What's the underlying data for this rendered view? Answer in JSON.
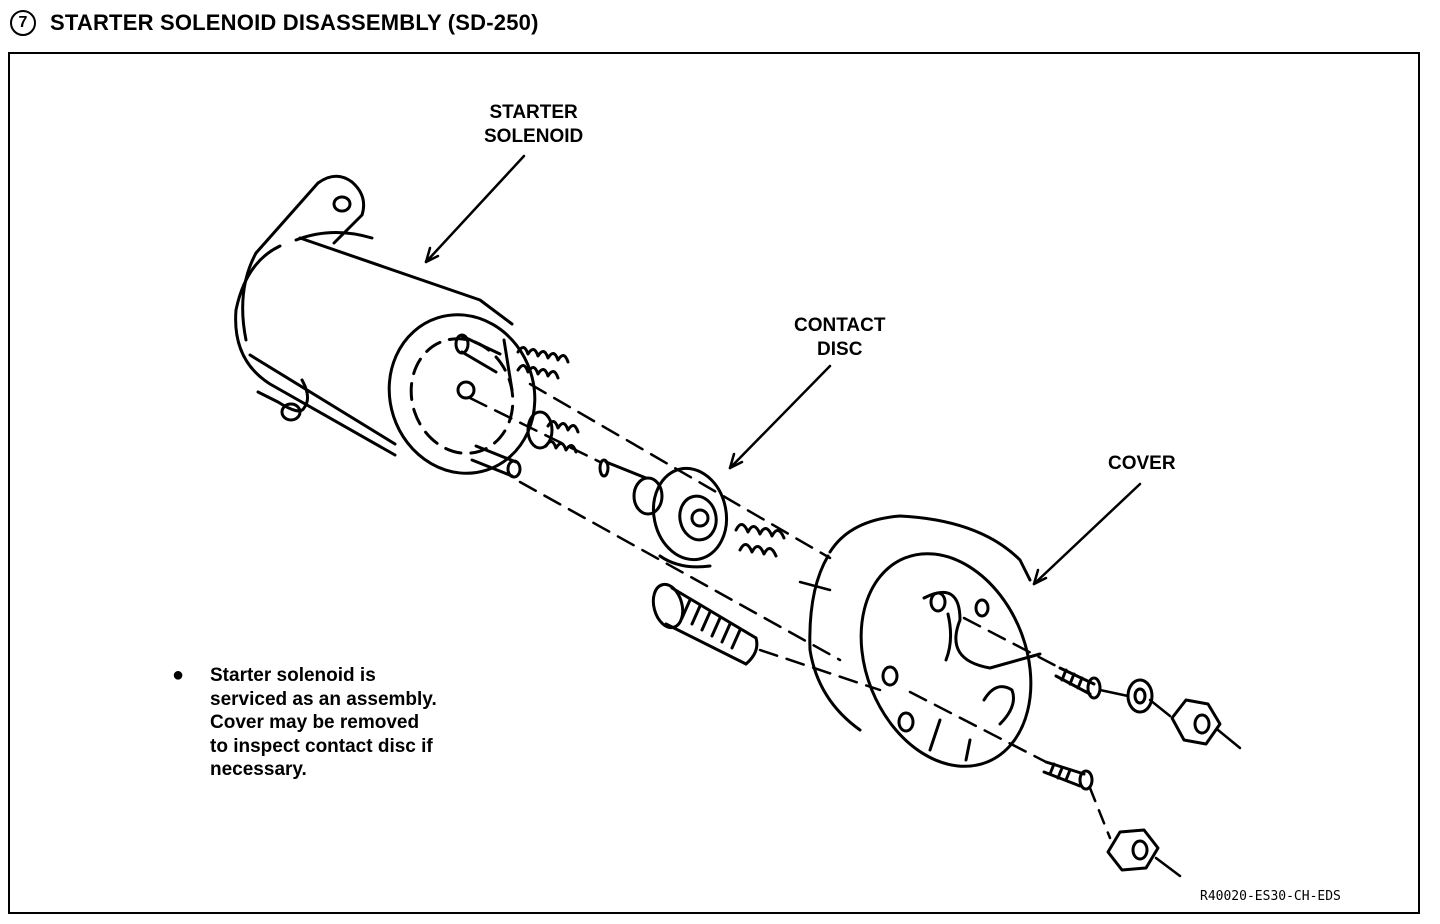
{
  "header": {
    "step_number": "7",
    "title": "STARTER SOLENOID DISASSEMBLY (SD-250)"
  },
  "labels": {
    "starter_solenoid_line1": "STARTER",
    "starter_solenoid_line2": "SOLENOID",
    "contact_disc_line1": "CONTACT",
    "contact_disc_line2": "DISC",
    "cover": "COVER"
  },
  "note": {
    "bullet": "●",
    "lines": [
      "Starter solenoid is",
      "serviced as an assembly.",
      "Cover may be removed",
      "to inspect contact disc if",
      "necessary."
    ]
  },
  "figure_code": "R40020-ES30-CH-EDS"
}
